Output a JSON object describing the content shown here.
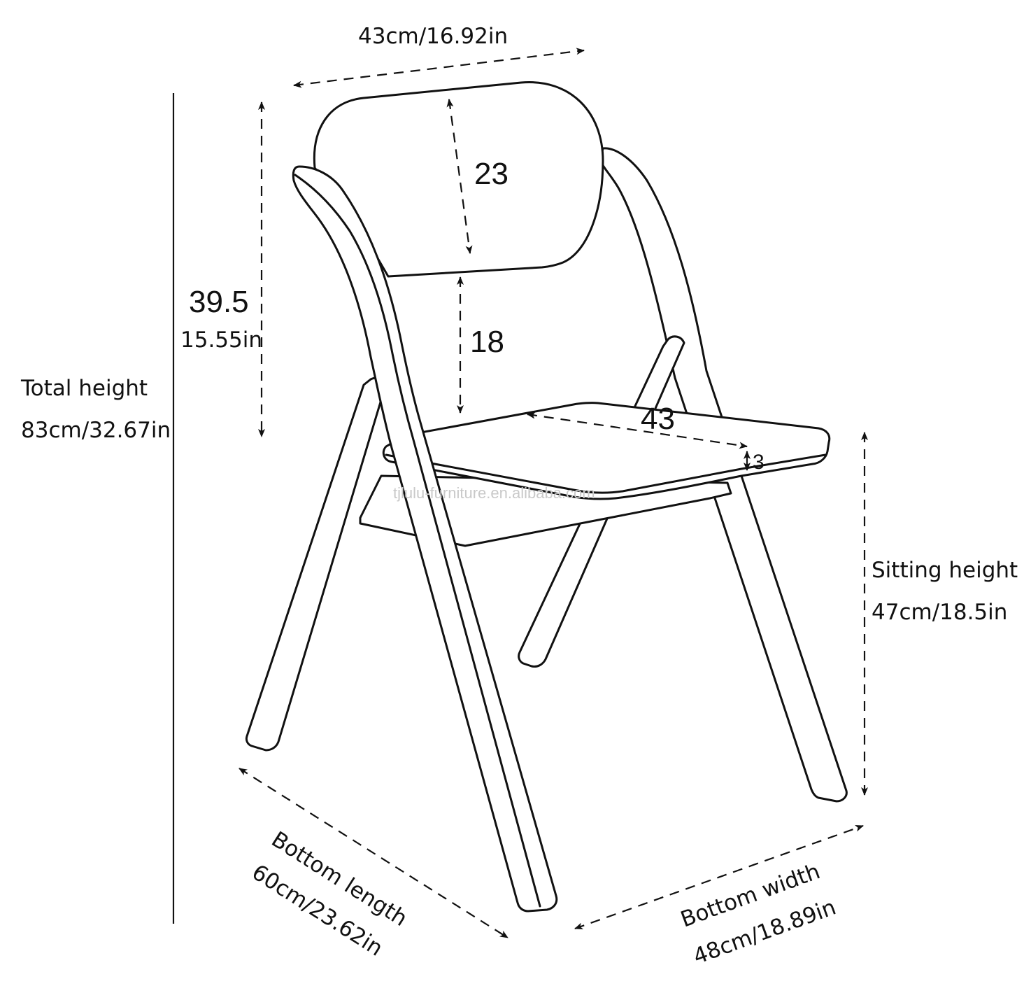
{
  "colors": {
    "ink": "#111111",
    "background": "#ffffff",
    "watermark": "#c9c9c9"
  },
  "dimensions": {
    "top_width": "43cm/16.92in",
    "backrest_height": "23",
    "backrest_gap": "18",
    "back_height_cm": "39.5",
    "back_height_in": "15.55in",
    "total_height_label": "Total height",
    "total_height_value": "83cm/32.67in",
    "seat_width": "43",
    "seat_thickness": "3",
    "sitting_height_label": "Sitting height",
    "sitting_height_value": "47cm/18.5in",
    "bottom_length_label": "Bottom length",
    "bottom_length_value": "60cm/23.62in",
    "bottom_width_label": "Bottom width",
    "bottom_width_value": "48cm/18.89in"
  },
  "watermark": "tjlulu-furniture.en.alibaba.com"
}
